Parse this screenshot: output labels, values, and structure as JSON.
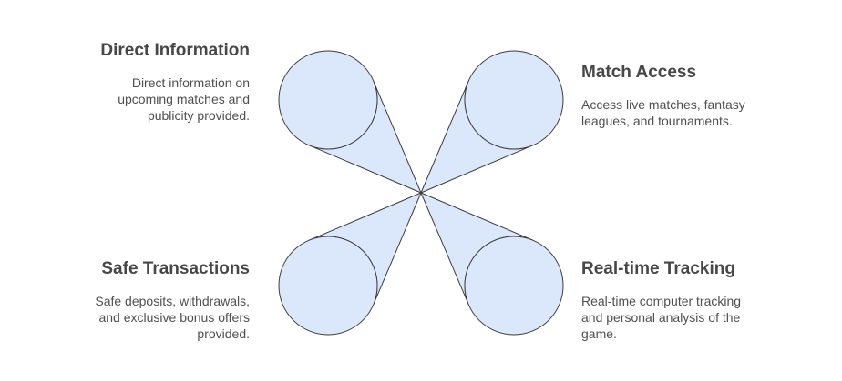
{
  "colors": {
    "fill": "#dbe8fc",
    "stroke": "#3c3c3c",
    "title": "#474747",
    "text": "#4f4f4f"
  },
  "items": [
    {
      "title": "Direct Information",
      "description": "Direct information on upcoming matches and publicity provided."
    },
    {
      "title": "Match Access",
      "description": "Access live matches, fantasy leagues, and tournaments."
    },
    {
      "title": "Safe Transactions",
      "description": "Safe deposits, withdrawals, and exclusive bonus offers provided."
    },
    {
      "title": "Real-time Tracking",
      "description": "Real-time computer tracking and personal analysis of the game."
    }
  ]
}
